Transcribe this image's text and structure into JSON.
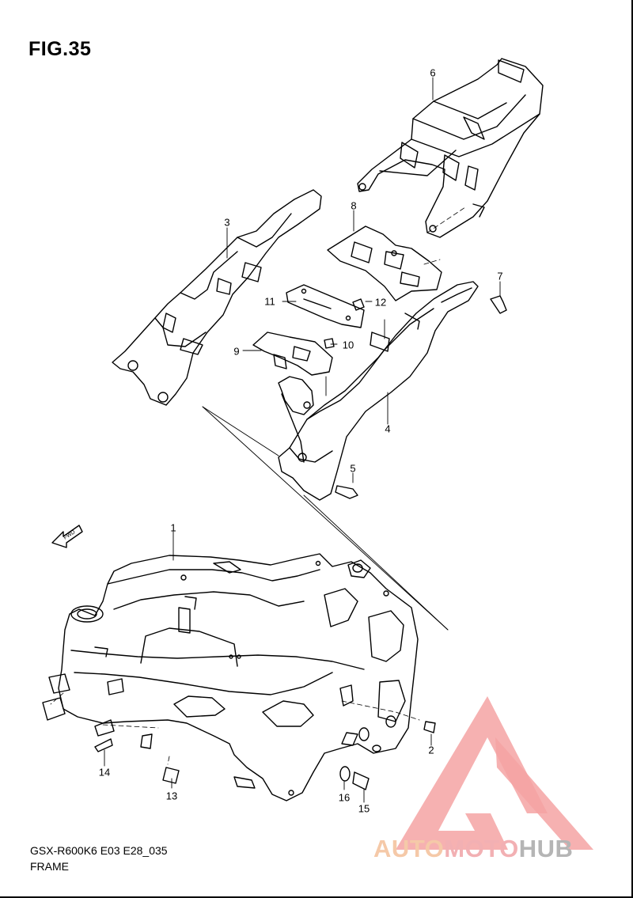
{
  "figure": {
    "title": "FIG.35"
  },
  "fwd_label": "FWD",
  "parts": [
    {
      "id": "part-1",
      "label": "1"
    },
    {
      "id": "part-2",
      "label": "2"
    },
    {
      "id": "part-3",
      "label": "3"
    },
    {
      "id": "part-4",
      "label": "4"
    },
    {
      "id": "part-5",
      "label": "5"
    },
    {
      "id": "part-6",
      "label": "6"
    },
    {
      "id": "part-7",
      "label": "7"
    },
    {
      "id": "part-8",
      "label": "8"
    },
    {
      "id": "part-9",
      "label": "9"
    },
    {
      "id": "part-10",
      "label": "10"
    },
    {
      "id": "part-11",
      "label": "11"
    },
    {
      "id": "part-12",
      "label": "12"
    },
    {
      "id": "part-13",
      "label": "13"
    },
    {
      "id": "part-14",
      "label": "14"
    },
    {
      "id": "part-15",
      "label": "15"
    },
    {
      "id": "part-16",
      "label": "16"
    }
  ],
  "footer": {
    "code": "GSX-R600K6 E03 E28_035",
    "section": "FRAME"
  },
  "watermark": {
    "part1": "AUTO",
    "part2": "MOTO",
    "part3": "HUB",
    "colors": {
      "auto": "#f5c9a8",
      "moto": "#f2b0b3",
      "hub": "#b5b5b5",
      "logo": "#f4a3a3"
    }
  }
}
